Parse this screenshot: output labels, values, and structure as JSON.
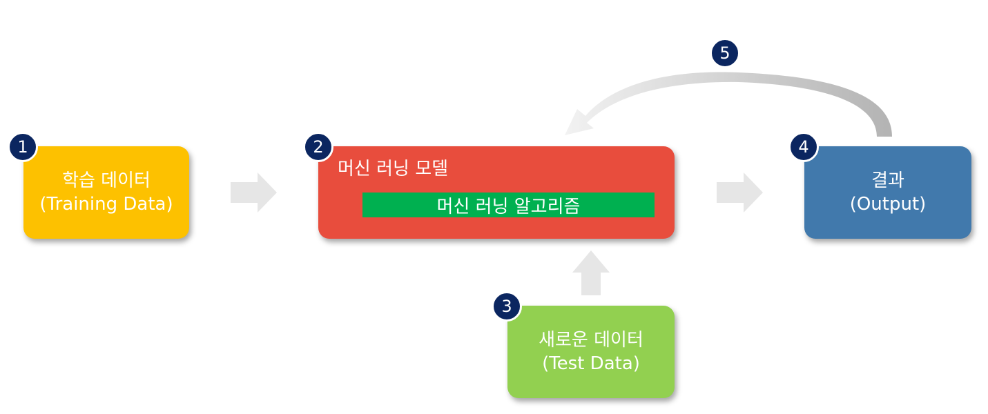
{
  "boxes": {
    "training": {
      "line1": "학습 데이터",
      "line2": "(Training Data)",
      "color": "#fdc100"
    },
    "model": {
      "title": "머신 러닝 모델",
      "algorithm": "머신 러닝 알고리즘",
      "color": "#e84d3d",
      "algorithm_color": "#00b050"
    },
    "test": {
      "line1": "새로운 데이터",
      "line2": "(Test Data)",
      "color": "#92d050"
    },
    "output": {
      "line1": "결과",
      "line2": "(Output)",
      "color": "#4179ac"
    }
  },
  "badges": {
    "b1": "1",
    "b2": "2",
    "b3": "3",
    "b4": "4",
    "b5": "5"
  },
  "colors": {
    "badge": "#0b2660",
    "arrow": "#e6e6e6"
  }
}
